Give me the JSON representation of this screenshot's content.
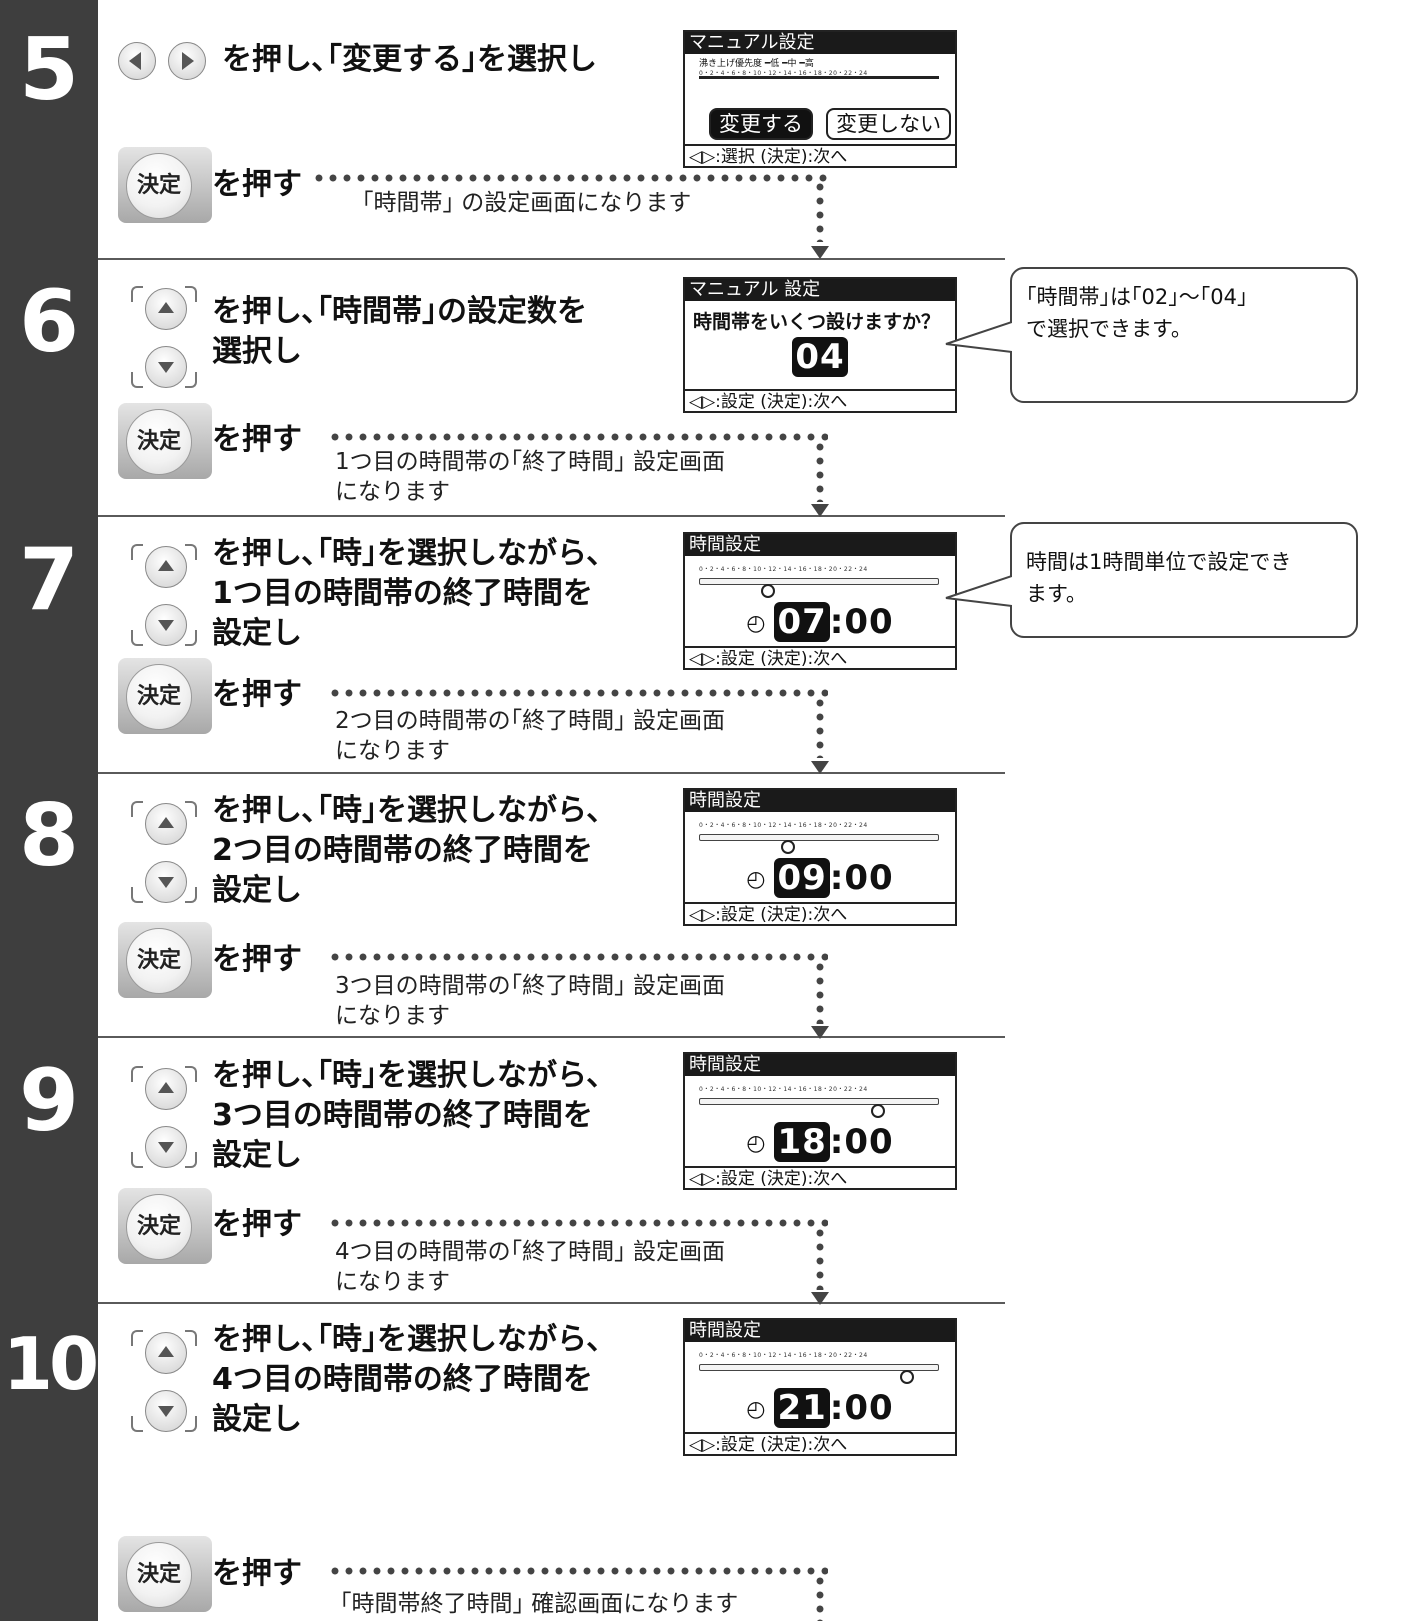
{
  "steps": [
    {
      "num": "5",
      "title": [
        "を押し､｢変更する｣を選択し"
      ],
      "press": "を押す",
      "note": [
        "｢時間帯｣ の設定画面になります"
      ]
    },
    {
      "num": "6",
      "title": [
        "を押し､｢時間帯｣の設定数を",
        "選択し"
      ],
      "press": "を押す",
      "note": [
        "1つ目の時間帯の｢終了時間｣ 設定画面",
        "になります"
      ]
    },
    {
      "num": "7",
      "title": [
        "を押し､｢時｣を選択しながら､",
        "1つ目の時間帯の終了時間を",
        "設定し"
      ],
      "press": "を押す",
      "note": [
        "2つ目の時間帯の｢終了時間｣ 設定画面",
        "になります"
      ]
    },
    {
      "num": "8",
      "title": [
        "を押し､｢時｣を選択しながら､",
        "2つ目の時間帯の終了時間を",
        "設定し"
      ],
      "press": "を押す",
      "note": [
        "3つ目の時間帯の｢終了時間｣ 設定画面",
        "になります"
      ]
    },
    {
      "num": "9",
      "title": [
        "を押し､｢時｣を選択しながら､",
        "3つ目の時間帯の終了時間を",
        "設定し"
      ],
      "press": "を押す",
      "note": [
        "4つ目の時間帯の｢終了時間｣ 設定画面",
        "になります"
      ]
    },
    {
      "num": "10",
      "title": [
        "を押し､｢時｣を選択しながら､",
        "4つ目の時間帯の終了時間を",
        "設定し"
      ],
      "press": "を押す",
      "note": [
        "｢時間帯終了時間｣ 確認画面になります"
      ]
    }
  ],
  "kettei_label": "決定",
  "screens": {
    "s5": {
      "header": "マニュアル設定",
      "legend": "沸き上げ優先度 ━低 ━中 ━高",
      "scale": "0・2・4・6・8・10・12・14・16・18・20・22・24",
      "btn_change": "変更する",
      "btn_nochange": "変更しない",
      "footer": "◁▷:選択 (決定):次へ"
    },
    "s6": {
      "header": "マニュアル 設定",
      "question": "時間帯をいくつ設けますか？",
      "value": "04",
      "footer": "◁▷:設定 (決定):次へ"
    },
    "time": {
      "header": "時間設定",
      "scale": "0・2・4・6・8・10・12・14・16・18・20・22・24",
      "footer": "◁▷:設定 (決定):次へ",
      "minutes": ":00",
      "hours": [
        "07",
        "09",
        "18",
        "21"
      ],
      "marker_hour": [
        7,
        9,
        18,
        21
      ]
    }
  },
  "callouts": {
    "c6": [
      "｢時間帯｣は｢02｣～｢04｣",
      "で選択できます。"
    ],
    "c7": [
      "時間は1時間単位で設定でき",
      "ます。"
    ]
  }
}
